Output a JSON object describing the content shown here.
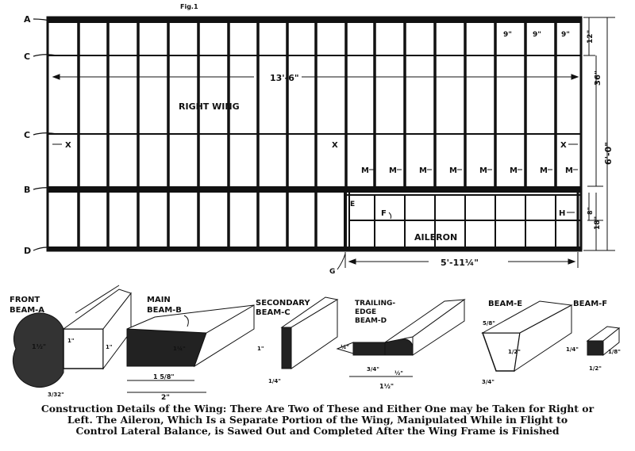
{
  "figure": {
    "fig_label": "Fig.1",
    "row_letters": [
      "A",
      "C",
      "C",
      "B",
      "D"
    ],
    "dimensions": {
      "span": "13'-6\"",
      "rib_spacing": [
        "9\"",
        "9\"",
        "9\""
      ],
      "top_12": "12\"",
      "depth_36": "36\"",
      "overall_chord": "6'-0\"",
      "aileron_8": "8\"",
      "aileron_18": "18\"",
      "aileron_length": "5'-11¼\""
    },
    "labels": {
      "right_wing": "RIGHT WING",
      "aileron": "AILERON",
      "x": "X",
      "m": "M",
      "e": "E",
      "f": "F",
      "g": "G",
      "h": "H"
    }
  },
  "details": {
    "front_beam": {
      "title1": "FRONT",
      "title2": "BEAM-A",
      "dims": [
        "1½\"",
        "1\"",
        "1\"",
        "3/32\""
      ]
    },
    "main_beam": {
      "title1": "MAIN",
      "title2": "BEAM-B",
      "dims": [
        "1¼\"",
        "1 5/8\"",
        "2\""
      ]
    },
    "secondary_beam": {
      "title1": "SECONDARY",
      "title2": "BEAM-C",
      "dims": [
        "1\"",
        "1/4\""
      ]
    },
    "trailing_edge_beam": {
      "title1": "TRAILING-",
      "title2": "EDGE",
      "title3": "BEAM-D",
      "dims": [
        "¼\"",
        "3/4\"",
        "1½\"",
        "½\""
      ]
    },
    "beam_e": {
      "title": "BEAM-E",
      "dims": [
        "5/8\"",
        "1/2\"",
        "3/4\""
      ]
    },
    "beam_f": {
      "title": "BEAM-F",
      "dims": [
        "1/4\"",
        "1/2\"",
        "1/8\""
      ]
    }
  },
  "caption": {
    "line1": "Construction Details of the Wing: There Are Two of These and Either One may be Taken for Right or",
    "line2": "Left.  The Aileron, Which Is a Separate Portion of the Wing, Manipulated While in Flight to",
    "line3": "Control Lateral Balance, is Sawed Out and Completed After the Wing Frame is Finished"
  }
}
